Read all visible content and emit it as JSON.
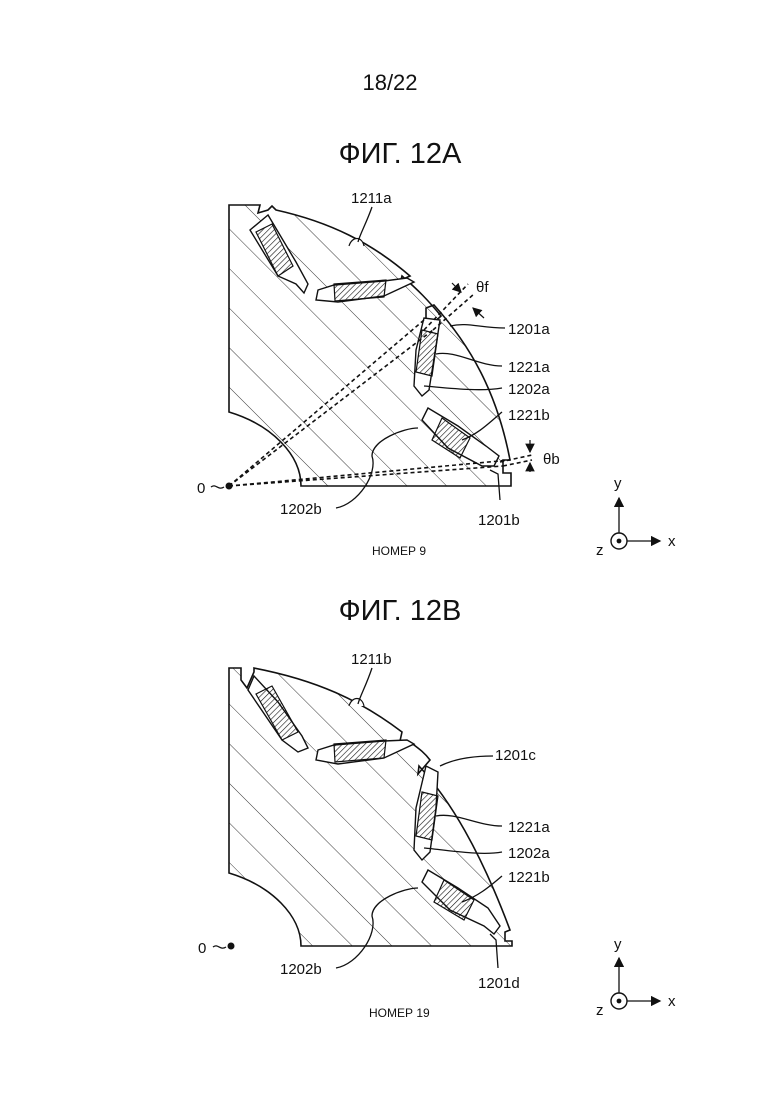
{
  "page_number": "18/22",
  "figure_a": {
    "title": "ФИГ. 12А",
    "caption": "НОМЕР 9",
    "labels": {
      "core_notch": "1211a",
      "front_bridge": "1201a",
      "magnet_a": "1221a",
      "slot_a": "1202a",
      "magnet_b": "1221b",
      "back_bridge": "1201b",
      "slot_b": "1202b",
      "origin": "0",
      "angle_f": "θf",
      "angle_b": "θb"
    },
    "axes": {
      "y": "y",
      "x": "x",
      "z": "z"
    }
  },
  "figure_b": {
    "title": "ФИГ. 12В",
    "caption": "НОМЕР 19",
    "labels": {
      "core_notch": "1211b",
      "front_bridge": "1201c",
      "magnet_a": "1221a",
      "slot_a": "1202a",
      "magnet_b": "1221b",
      "back_bridge": "1201d",
      "slot_b": "1202b",
      "origin": "0"
    },
    "axes": {
      "y": "y",
      "x": "x",
      "z": "z"
    }
  }
}
